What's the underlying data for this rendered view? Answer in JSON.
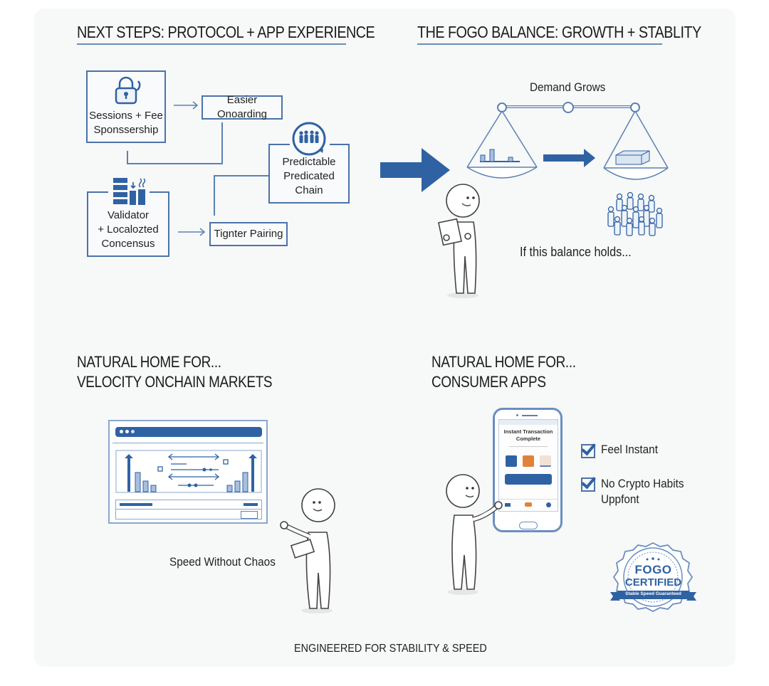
{
  "colors": {
    "accent": "#2f62a3",
    "accent_light": "#a9bfdc",
    "line": "#4a73a8",
    "orange": "#e0823a",
    "text": "#222222"
  },
  "panel_protocol": {
    "title": "NEXT STEPS: PROTOCOL + APP EXPERIENCE",
    "nodes": {
      "sessions": {
        "line1": "Sessions + Fee",
        "line2": "Sponssership",
        "icon": "lock-fuel-icon"
      },
      "onboarding": {
        "label": "Easier Onoarding"
      },
      "validator": {
        "line1": "Validator",
        "line2": "+ Localozted",
        "line3": "Concensus",
        "icon": "server-icon"
      },
      "pairing": {
        "label": "Tignter Pairing"
      },
      "predictable": {
        "line1": "Predictable",
        "line2": "Predicated",
        "line3": "Chain",
        "icon": "people-circle-icon"
      }
    }
  },
  "panel_balance": {
    "title": "THE FOGO BALANCE: GROWTH + STABLITY",
    "scale_label": "Demand Grows",
    "caption": "If this balance holds..."
  },
  "panel_markets": {
    "title_line1": "NATURAL HOME FOR...",
    "title_line2": "VELOCITY ONCHAIN MARKETS",
    "caption": "Speed Without Chaos"
  },
  "panel_consumer": {
    "title_line1": "NATURAL HOME FOR...",
    "title_line2": "CONSUMER APPS",
    "phone_heading_line1": "Instant Transaction",
    "phone_heading_line2": "Complete",
    "checks": [
      {
        "label": "Feel Instant"
      },
      {
        "label_line1": "No Crypto Habits",
        "label_line2": "Uppfont"
      }
    ],
    "badge_line1": "FOGO",
    "badge_line2": "CERTIFIED",
    "badge_ribbon": "Stable Speed Guaranteed"
  },
  "footer": "ENGINEERED FOR STABILITY & SPEED"
}
